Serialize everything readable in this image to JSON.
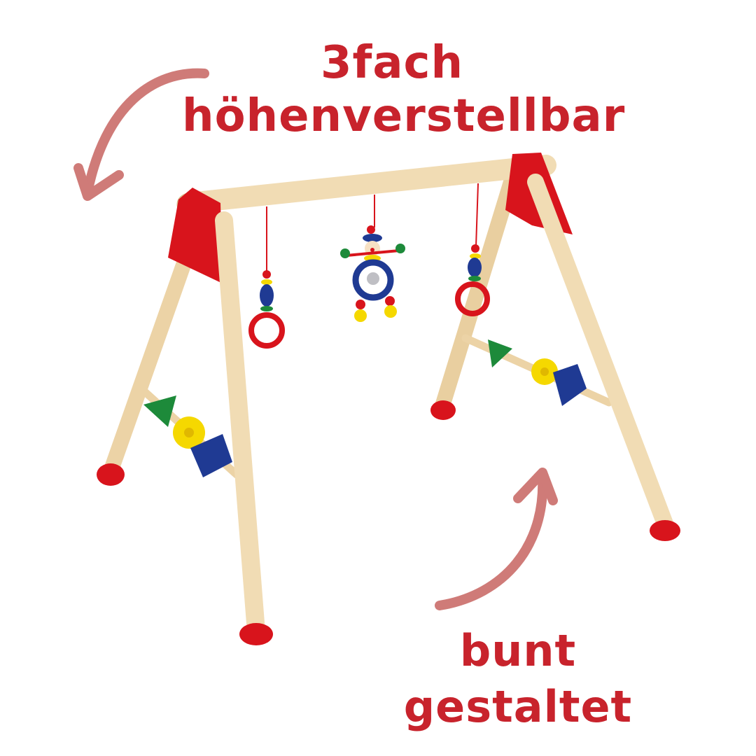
{
  "captions": {
    "top_line1": "3fach",
    "top_line2": "höhenverstellbar",
    "bottom": "bunt gestaltet"
  },
  "colors": {
    "text": "#c8232c",
    "arrow": "#cf7b78",
    "wood": "#f1dcb4",
    "red": "#d8141c",
    "blue": "#1f3a93",
    "green": "#1d8a3a",
    "yellow": "#f5d800"
  }
}
